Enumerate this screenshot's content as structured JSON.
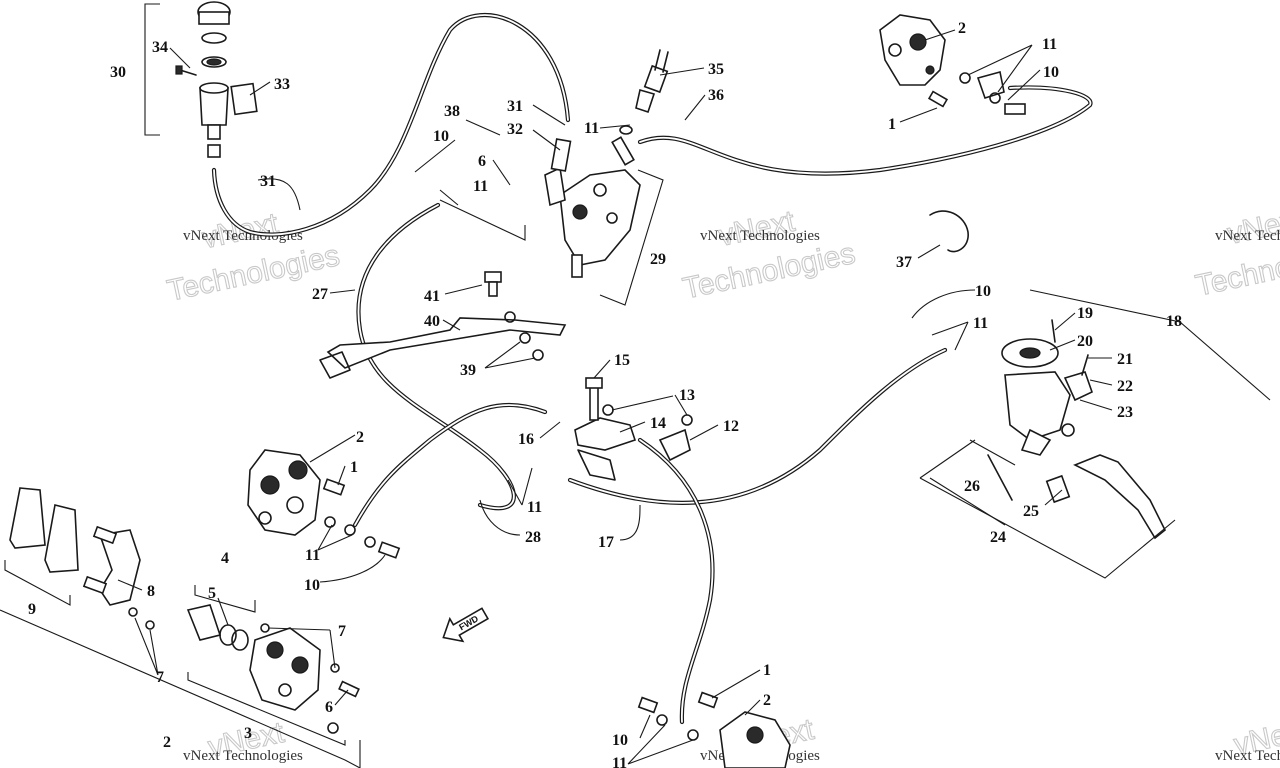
{
  "watermark": {
    "line1": "vNext",
    "line2": "Technologies",
    "full": "vNext Technologies"
  },
  "fwd_label": "FWD",
  "callouts": [
    {
      "id": "c30",
      "text": "30"
    },
    {
      "id": "c34",
      "text": "34"
    },
    {
      "id": "c33",
      "text": "33"
    },
    {
      "id": "c31a",
      "text": "31"
    },
    {
      "id": "c31b",
      "text": "31"
    },
    {
      "id": "c32",
      "text": "32"
    },
    {
      "id": "c38",
      "text": "38"
    },
    {
      "id": "c10a",
      "text": "10"
    },
    {
      "id": "c6a",
      "text": "6"
    },
    {
      "id": "c11a",
      "text": "11"
    },
    {
      "id": "c11b",
      "text": "11"
    },
    {
      "id": "c29",
      "text": "29"
    },
    {
      "id": "c35",
      "text": "35"
    },
    {
      "id": "c36",
      "text": "36"
    },
    {
      "id": "c2a",
      "text": "2"
    },
    {
      "id": "c11c",
      "text": "11"
    },
    {
      "id": "c10b",
      "text": "10"
    },
    {
      "id": "c1a",
      "text": "1"
    },
    {
      "id": "c37",
      "text": "37"
    },
    {
      "id": "c27",
      "text": "27"
    },
    {
      "id": "c41",
      "text": "41"
    },
    {
      "id": "c40",
      "text": "40"
    },
    {
      "id": "c39",
      "text": "39"
    },
    {
      "id": "c10c",
      "text": "10"
    },
    {
      "id": "c11d",
      "text": "11"
    },
    {
      "id": "c19",
      "text": "19"
    },
    {
      "id": "c18",
      "text": "18"
    },
    {
      "id": "c20",
      "text": "20"
    },
    {
      "id": "c21",
      "text": "21"
    },
    {
      "id": "c22",
      "text": "22"
    },
    {
      "id": "c23",
      "text": "23"
    },
    {
      "id": "c15",
      "text": "15"
    },
    {
      "id": "c13",
      "text": "13"
    },
    {
      "id": "c14",
      "text": "14"
    },
    {
      "id": "c12",
      "text": "12"
    },
    {
      "id": "c16",
      "text": "16"
    },
    {
      "id": "c2b",
      "text": "2"
    },
    {
      "id": "c1b",
      "text": "1"
    },
    {
      "id": "c11e",
      "text": "11"
    },
    {
      "id": "c28",
      "text": "28"
    },
    {
      "id": "c17",
      "text": "17"
    },
    {
      "id": "c26",
      "text": "26"
    },
    {
      "id": "c25",
      "text": "25"
    },
    {
      "id": "c24",
      "text": "24"
    },
    {
      "id": "c11f",
      "text": "11"
    },
    {
      "id": "c10d",
      "text": "10"
    },
    {
      "id": "c9",
      "text": "9"
    },
    {
      "id": "c8",
      "text": "8"
    },
    {
      "id": "c4",
      "text": "4"
    },
    {
      "id": "c5",
      "text": "5"
    },
    {
      "id": "c7a",
      "text": "7"
    },
    {
      "id": "c7b",
      "text": "7"
    },
    {
      "id": "c6b",
      "text": "6"
    },
    {
      "id": "c2c",
      "text": "2"
    },
    {
      "id": "c3",
      "text": "3"
    },
    {
      "id": "c1c",
      "text": "1"
    },
    {
      "id": "c2d",
      "text": "2"
    },
    {
      "id": "c10e",
      "text": "10"
    },
    {
      "id": "c11g",
      "text": "11"
    }
  ]
}
